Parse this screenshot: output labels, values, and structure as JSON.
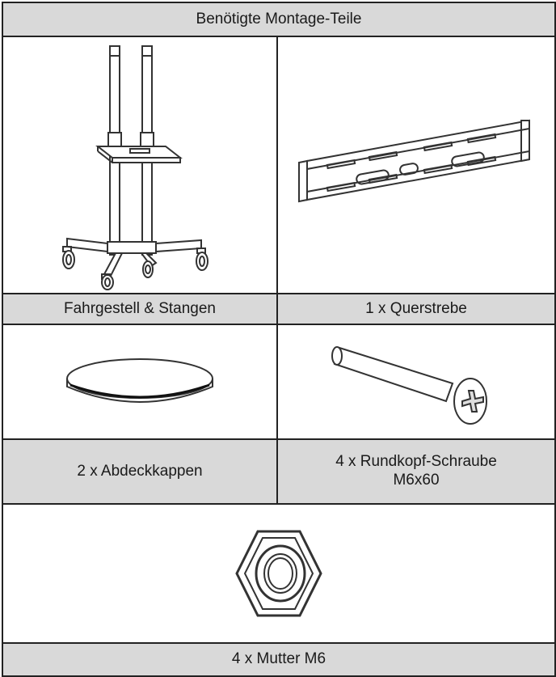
{
  "table": {
    "title": "Benötigte Montage-Teile",
    "parts": [
      {
        "label": "Fahrgestell & Stangen",
        "icon": "trolley-stand-icon"
      },
      {
        "label": "1 x Querstrebe",
        "icon": "crossbar-bracket-icon"
      },
      {
        "label": "2 x Abdeckkappen",
        "icon": "cover-cap-icon"
      },
      {
        "label_line1": "4 x Rundkopf-Schraube",
        "label_line2": "M6x60",
        "icon": "round-head-screw-icon"
      },
      {
        "label": "4 x Mutter M6",
        "icon": "hex-nut-icon"
      }
    ]
  }
}
